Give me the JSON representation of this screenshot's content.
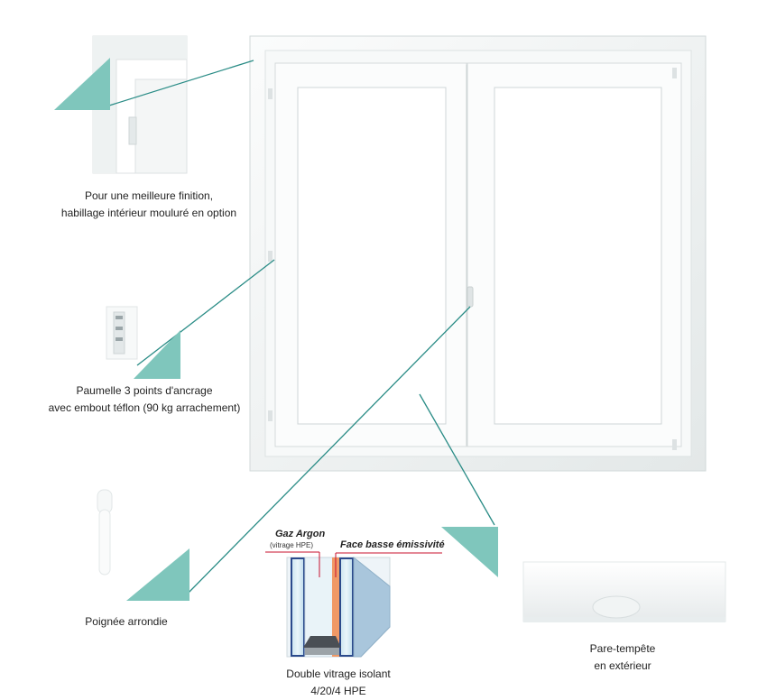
{
  "colors": {
    "accent": "#7fc6bc",
    "leader_line": "#2a8c86",
    "frame": "#f4f6f6",
    "annotation_red": "#c8102e"
  },
  "callouts": {
    "habillage": {
      "line1": "Pour une meilleure finition,",
      "line2": "habillage intérieur mouluré en option"
    },
    "paumelle": {
      "line1": "Paumelle 3 points d'ancrage",
      "line2": "avec embout téflon (90 kg arrachement)"
    },
    "poignee": {
      "line1": "Poignée arrondie"
    },
    "vitrage": {
      "line1": "Double vitrage isolant",
      "line2": "4/20/4 HPE",
      "gas_label": "Gaz Argon",
      "gas_sublabel": "(vitrage HPE)",
      "coating_label": "Face basse émissivité"
    },
    "pare_tempete": {
      "line1": "Pare-tempête",
      "line2": "en extérieur"
    }
  }
}
